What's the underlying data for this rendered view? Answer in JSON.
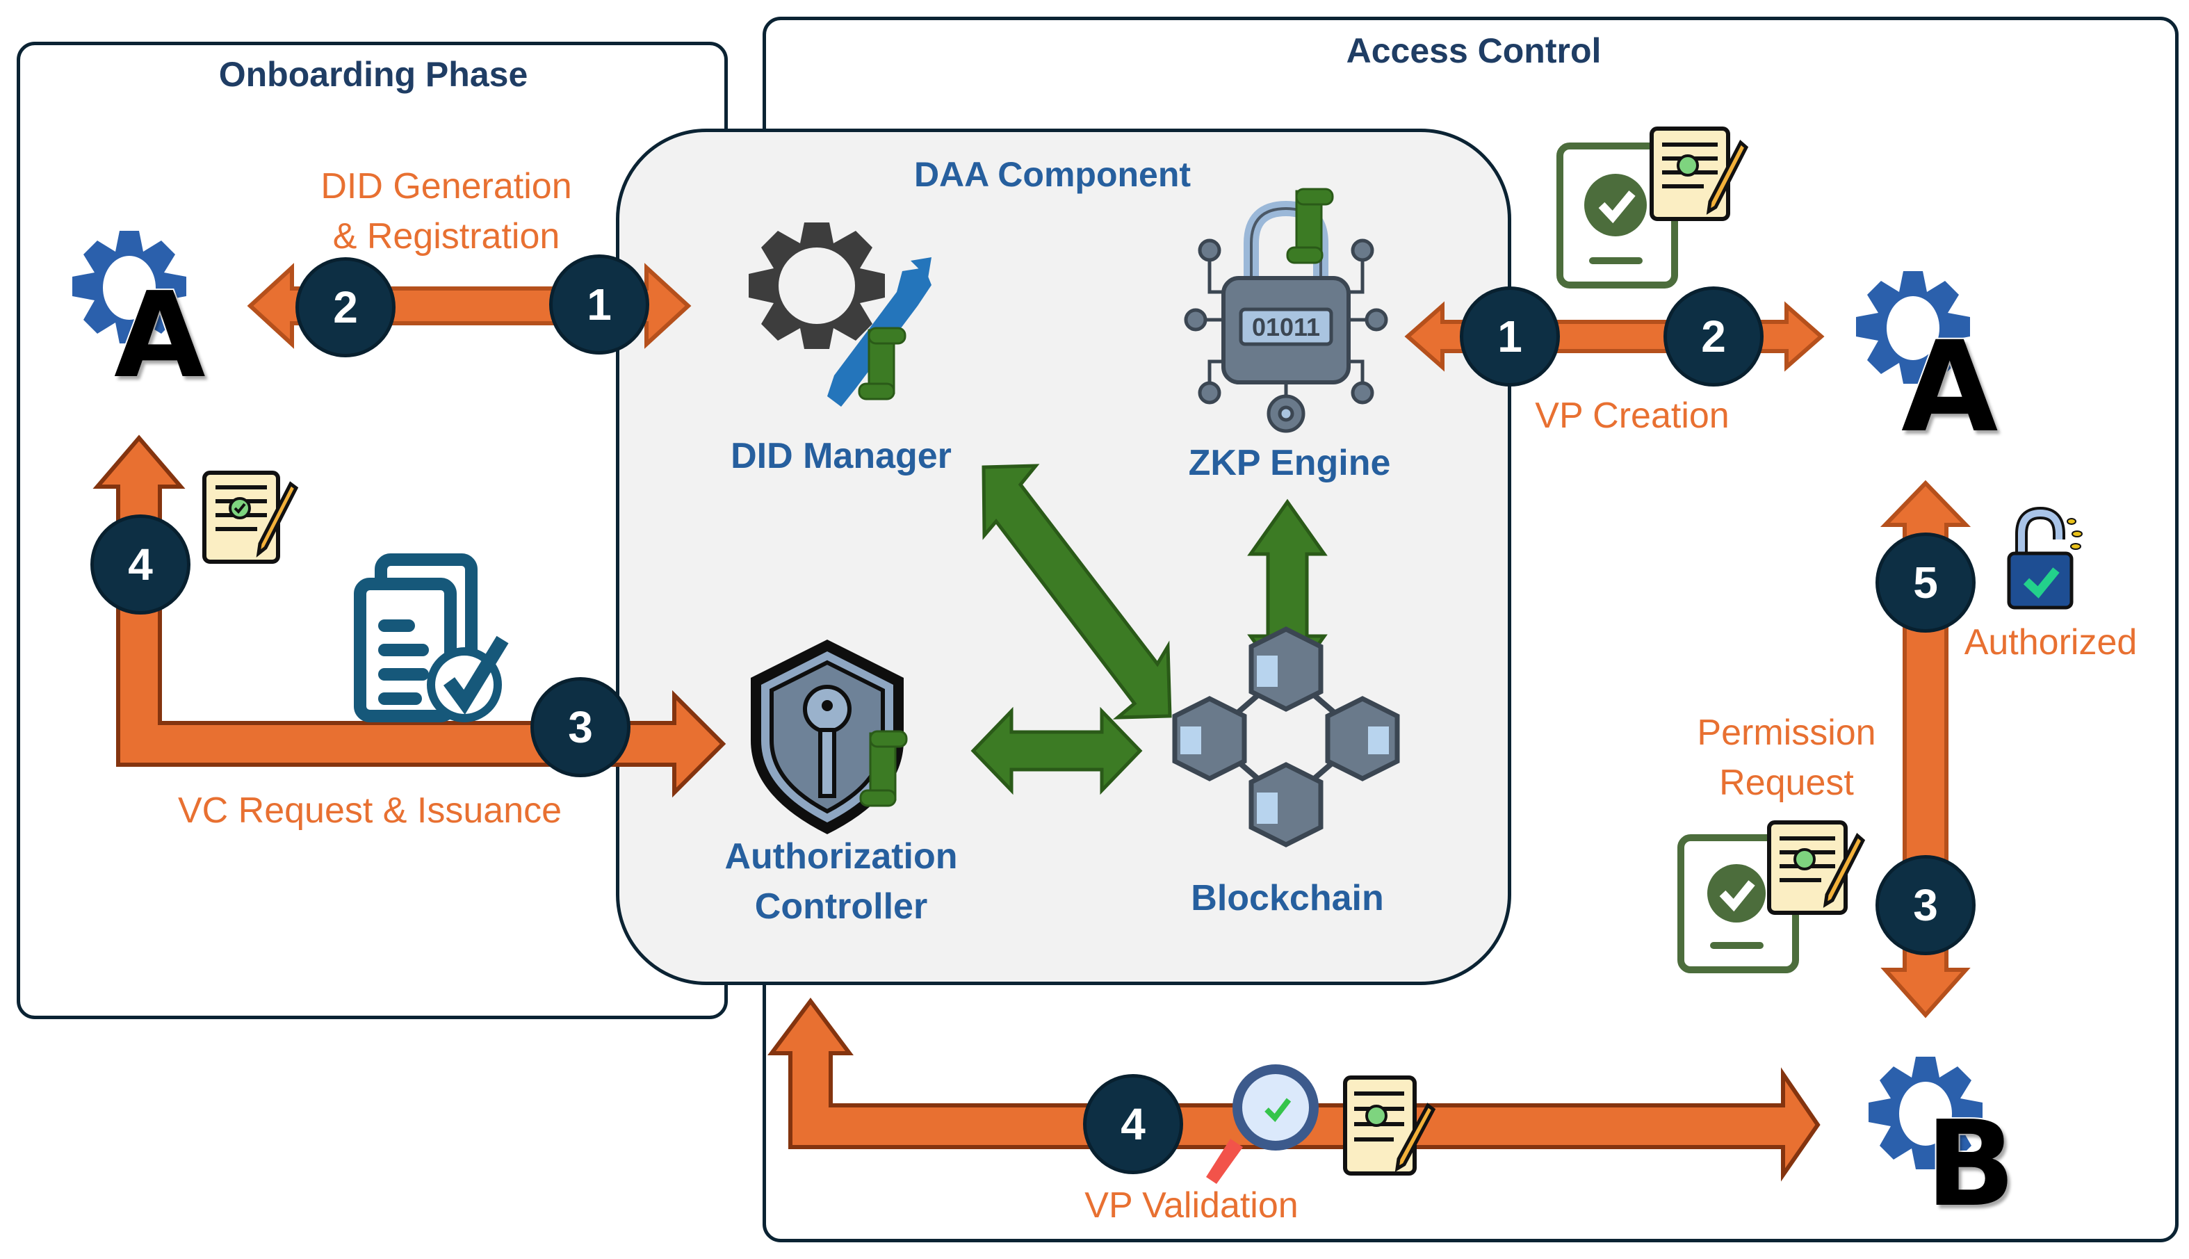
{
  "panels": {
    "onboarding_title": "Onboarding Phase",
    "access_control_title": "Access Control",
    "daa_title": "DAA Component"
  },
  "components": {
    "did_manager": "DID Manager",
    "zkp_engine": "ZKP Engine",
    "authorization_controller_line1": "Authorization",
    "authorization_controller_line2": "Controller",
    "blockchain": "Blockchain",
    "zkp_chip_text": "01011"
  },
  "actors": {
    "onboarding_actor": "A",
    "access_actor": "A",
    "verifier_actor": "B"
  },
  "onboarding_flows": {
    "did_label_line1": "DID Generation",
    "did_label_line2": "& Registration",
    "step1": "1",
    "step2": "2",
    "step3": "3",
    "step4": "4",
    "vc_label": "VC Request & Issuance"
  },
  "access_flows": {
    "step1": "1",
    "step2": "2",
    "vp_creation_label": "VP Creation",
    "step3": "3",
    "permission_label_line1": "Permission",
    "permission_label_line2": "Request",
    "step4": "4",
    "vp_validation_label": "VP Validation",
    "step5": "5",
    "authorized_label": "Authorized"
  },
  "colors": {
    "flow_orange": "#e87031",
    "flow_orange_border": "#b5501c",
    "step_badge": "#0d2f44",
    "internal_arrow_green": "#3c7b24",
    "component_text_blue": "#265f9e",
    "title_navy": "#1f3d64",
    "actor_gear_blue": "#2b60ac"
  }
}
